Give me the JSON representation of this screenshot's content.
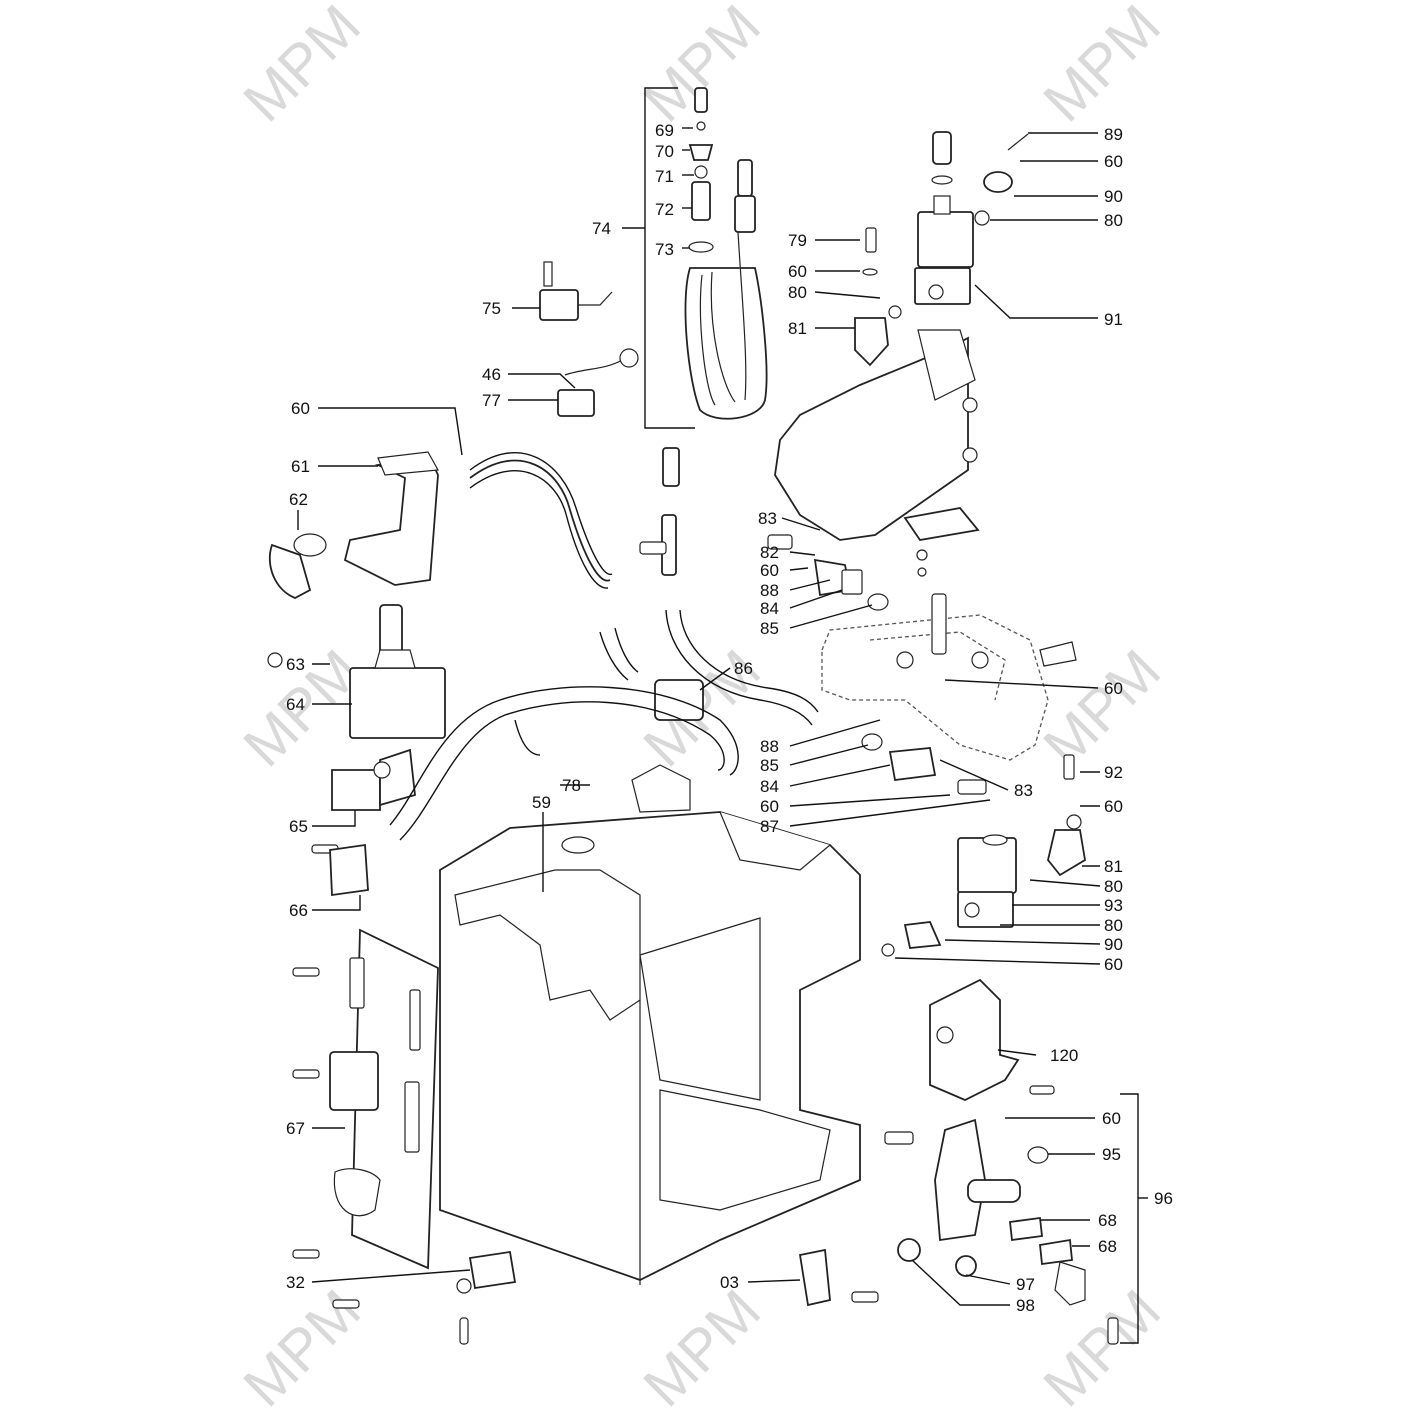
{
  "watermark": {
    "text": "MPM",
    "color": "#d9d9d9"
  },
  "callouts": [
    {
      "id": "69",
      "label": "69"
    },
    {
      "id": "70",
      "label": "70"
    },
    {
      "id": "71",
      "label": "71"
    },
    {
      "id": "72",
      "label": "72"
    },
    {
      "id": "73",
      "label": "73"
    },
    {
      "id": "74",
      "label": "74"
    },
    {
      "id": "75",
      "label": "75"
    },
    {
      "id": "46",
      "label": "46"
    },
    {
      "id": "77",
      "label": "77"
    },
    {
      "id": "89",
      "label": "89"
    },
    {
      "id": "60a",
      "label": "60"
    },
    {
      "id": "90a",
      "label": "90"
    },
    {
      "id": "80a",
      "label": "80"
    },
    {
      "id": "79",
      "label": "79"
    },
    {
      "id": "60b",
      "label": "60"
    },
    {
      "id": "80b",
      "label": "80"
    },
    {
      "id": "81a",
      "label": "81"
    },
    {
      "id": "91",
      "label": "91"
    },
    {
      "id": "60c",
      "label": "60"
    },
    {
      "id": "61",
      "label": "61"
    },
    {
      "id": "62",
      "label": "62"
    },
    {
      "id": "83a",
      "label": "83"
    },
    {
      "id": "82",
      "label": "82"
    },
    {
      "id": "60d",
      "label": "60"
    },
    {
      "id": "88a",
      "label": "88"
    },
    {
      "id": "84a",
      "label": "84"
    },
    {
      "id": "85a",
      "label": "85"
    },
    {
      "id": "63",
      "label": "63"
    },
    {
      "id": "64",
      "label": "64"
    },
    {
      "id": "86",
      "label": "86"
    },
    {
      "id": "60e",
      "label": "60"
    },
    {
      "id": "88b",
      "label": "88"
    },
    {
      "id": "85b",
      "label": "85"
    },
    {
      "id": "78",
      "label": "78"
    },
    {
      "id": "84b",
      "label": "84"
    },
    {
      "id": "83b",
      "label": "83"
    },
    {
      "id": "92",
      "label": "92"
    },
    {
      "id": "60f",
      "label": "60"
    },
    {
      "id": "60g",
      "label": "60"
    },
    {
      "id": "87",
      "label": "87"
    },
    {
      "id": "65",
      "label": "65"
    },
    {
      "id": "59",
      "label": "59"
    },
    {
      "id": "81b",
      "label": "81"
    },
    {
      "id": "80c",
      "label": "80"
    },
    {
      "id": "93",
      "label": "93"
    },
    {
      "id": "80d",
      "label": "80"
    },
    {
      "id": "66",
      "label": "66"
    },
    {
      "id": "90b",
      "label": "90"
    },
    {
      "id": "60h",
      "label": "60"
    },
    {
      "id": "120",
      "label": "120"
    },
    {
      "id": "67",
      "label": "67"
    },
    {
      "id": "60i",
      "label": "60"
    },
    {
      "id": "95",
      "label": "95"
    },
    {
      "id": "96",
      "label": "96"
    },
    {
      "id": "68a",
      "label": "68"
    },
    {
      "id": "68b",
      "label": "68"
    },
    {
      "id": "32",
      "label": "32"
    },
    {
      "id": "03",
      "label": "03"
    },
    {
      "id": "97",
      "label": "97"
    },
    {
      "id": "98",
      "label": "98"
    }
  ]
}
